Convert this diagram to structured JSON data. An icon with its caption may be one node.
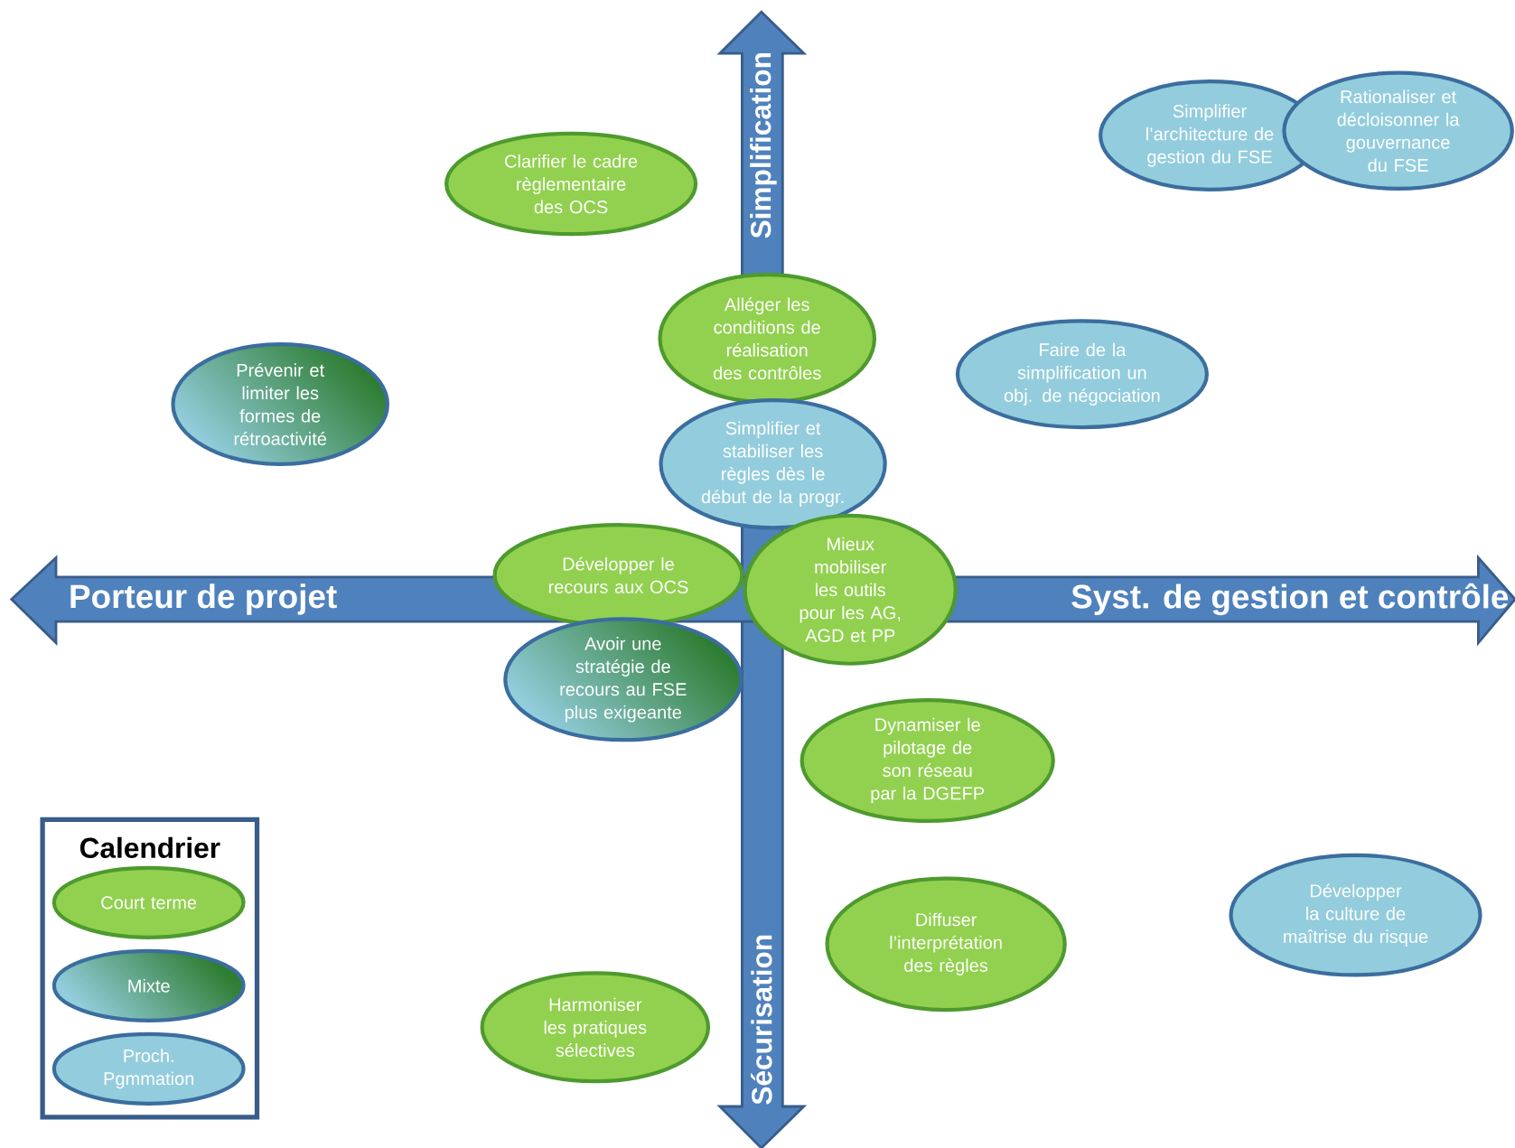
{
  "diagram": {
    "nodes": [
      {
        "text": [
          "Clarifier le cadre règlementaire des OCS"
        ]
      },
      {
        "text": [
          "Simplifier l’architecture de gestion du FSE"
        ]
      },
      {
        "text": [
          "Rationaliser et décloisonner la gouvernance du FSE"
        ]
      },
      {
        "text": [
          "Alléger les conditions de réalisation des contrôles"
        ]
      },
      {
        "text": [
          "Prévenir et limiter les formes de rétroactivité"
        ]
      },
      {
        "text": [
          "Faire de la simplification un obj. de négociation"
        ]
      },
      {
        "text": [
          "Simplifier et stabiliser les règles dès le début de la progr."
        ]
      },
      {
        "text": [
          "Développer le recours aux OCS"
        ]
      },
      {
        "text": [
          "Mieux mobiliser les outils pour les AG, AGD et PP"
        ]
      },
      {
        "text": [
          "Avoir une stratégie de recours au FSE plus exigeante"
        ]
      },
      {
        "text": [
          "Dynamiser le pilotage de son réseau par la DGEFP"
        ]
      },
      {
        "text": [
          "Développer la culture de maîtrise du risque"
        ]
      },
      {
        "text": [
          "Diffuser l’interprétation des règles"
        ]
      },
      {
        "text": [
          "Harmoniser les pratiques sélectives"
        ]
      }
    ],
    "labels": [
      "Simplification",
      "Porteur de projet",
      "Syst. de gestion et contrôle",
      "Sécurisation",
      "Calendrier"
    ],
    "legend": [
      {
        "text": "Court terme",
        "color": "#92d050"
      },
      {
        "text": "Mixte"
      },
      {
        "text": "Proch. Pgmmation",
        "color": "#93cddd"
      }
    ]
  }
}
